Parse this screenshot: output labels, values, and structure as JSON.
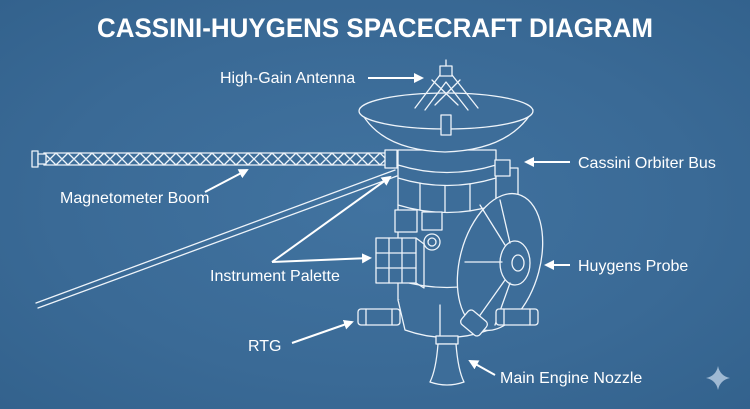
{
  "title": "CASSINI-HUYGENS SPACECRAFT DIAGRAM",
  "labels": {
    "antenna": "High-Gain Antenna",
    "bus": "Cassini Orbiter Bus",
    "boom": "Magnetometer Boom",
    "palette": "Instrument Palette",
    "probe": "Huygens Probe",
    "rtg": "RTG",
    "nozzle": "Main Engine Nozzle"
  },
  "colors": {
    "background": "#3a6a96",
    "line": "#eef4fa"
  }
}
